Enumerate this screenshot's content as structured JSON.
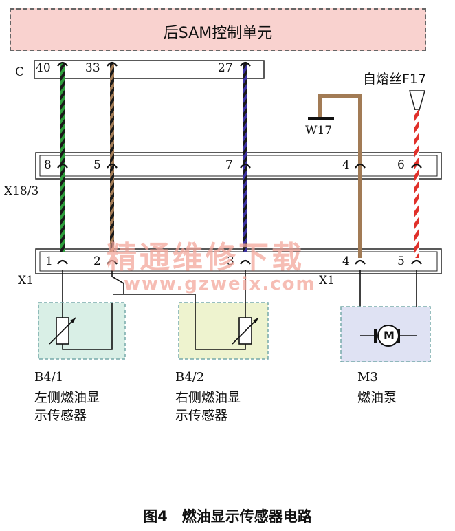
{
  "control_unit": {
    "label": "后SAM控制单元"
  },
  "connector_c": {
    "label": "C",
    "pins": [
      "40",
      "33",
      "27"
    ]
  },
  "fuse": {
    "label": "自熔丝F17"
  },
  "ground": {
    "label": "W17"
  },
  "connector_x18": {
    "label": "X18/3",
    "pins": [
      "8",
      "5",
      "7",
      "4",
      "6"
    ]
  },
  "connector_x1": {
    "label_left": "X1",
    "label_right": "X1",
    "pins": [
      "1",
      "2",
      "3",
      "4",
      "5"
    ]
  },
  "components": {
    "b41": {
      "code": "B4/1",
      "name_line1": "左侧燃油显",
      "name_line2": "示传感器"
    },
    "b42": {
      "code": "B4/2",
      "name_line1": "右侧燃油显",
      "name_line2": "示传感器"
    },
    "m3": {
      "code": "M3",
      "name_line1": "燃油泵",
      "motor_letter": "M"
    }
  },
  "watermark": {
    "line1": "精通维修下载",
    "line2": "www.gzweix.com"
  },
  "caption": "图4　燃油显示传感器电路",
  "colors": {
    "unit_fill": "#f9d2cf",
    "wire_green": "#2e9e3c",
    "wire_brown": "#a27b55",
    "wire_blue": "#3a2fa0",
    "wire_red": "#e0302a",
    "sensor_fill": "#d9efe6",
    "sensor2_fill": "#eef3cf",
    "motor_fill": "#dfe2f3"
  }
}
